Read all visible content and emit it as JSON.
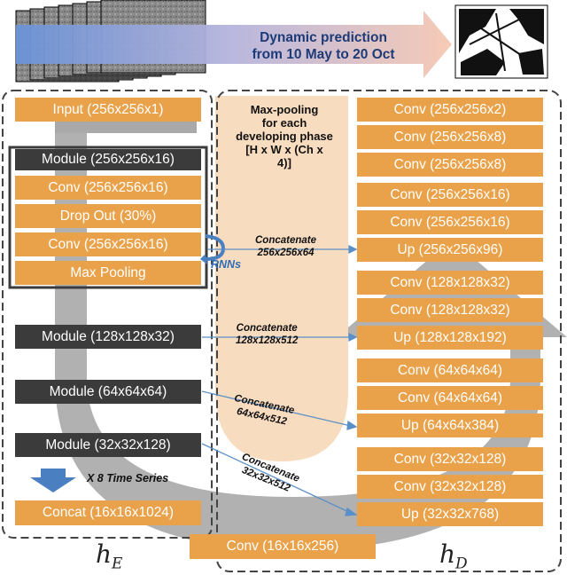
{
  "banner": {
    "text_line1": "Dynamic prediction",
    "text_line2": "from 10 May to 20 Oct"
  },
  "encoder": {
    "input": "Input (256x256x1)",
    "module1": "Module (256x256x16)",
    "conv1": "Conv (256x256x16)",
    "dropout": "Drop Out (30%)",
    "conv2": "Conv (256x256x16)",
    "maxpool": "Max Pooling",
    "module2": "Module (128x128x32)",
    "module3": "Module (64x64x64)",
    "module4": "Module (32x32x128)",
    "time_series": "X 8 Time Series",
    "concat": "Concat (16x16x1024)",
    "rnn_label": "RNNs",
    "label_main": "h",
    "label_sub": "E"
  },
  "middle": {
    "heading": [
      "Max-pooling",
      "for each",
      "developing phase",
      "[H x W x (Ch x",
      "4)]"
    ],
    "concat1": [
      "Concatenate",
      "256x256x64"
    ],
    "concat2": [
      "Concatenate",
      "128x128x512"
    ],
    "concat3": [
      "Concatenate",
      "64x64x512"
    ],
    "concat4": [
      "Concatenate",
      "32x32x512"
    ],
    "bottleneck": "Conv (16x16x256)"
  },
  "decoder": {
    "blocks": [
      "Conv (256x256x2)",
      "Conv (256x256x8)",
      "Conv (256x256x8)",
      "Conv (256x256x16)",
      "Conv (256x256x16)",
      "Up (256x256x96)",
      "Conv (128x128x32)",
      "Conv (128x128x32)",
      "Up (128x128x192)",
      "Conv (64x64x64)",
      "Conv (64x64x64)",
      "Up (64x64x384)",
      "Conv (32x32x128)",
      "Conv (32x32x128)",
      "Up (32x32x768)"
    ],
    "label_main": "h",
    "label_sub": "D"
  },
  "colors": {
    "orange": "#e9a24a",
    "dark": "#3b3b3b",
    "beige": "#f7dcc0",
    "gray_u": "#a9a9a9",
    "arrow_blue": "#5b8fc7"
  }
}
